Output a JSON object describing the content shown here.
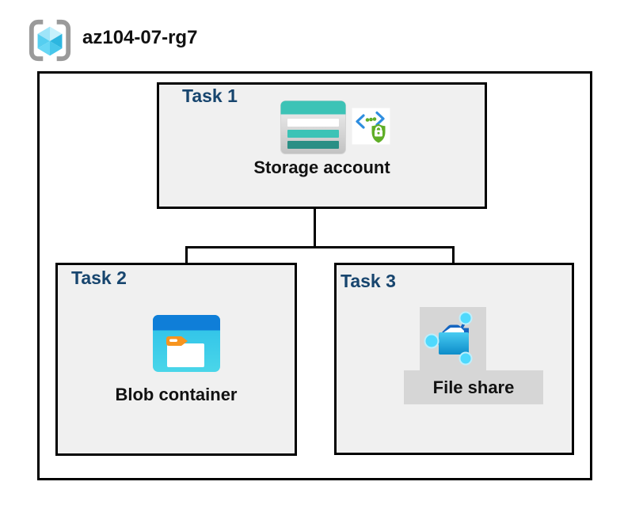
{
  "header": {
    "resource_group_name": "az104-07-rg7",
    "icon": "resource-group-icon"
  },
  "tasks": [
    {
      "id": "task1",
      "label": "Task 1",
      "item": "Storage account",
      "icons": [
        "storage-account-icon",
        "sas-lock-icon"
      ]
    },
    {
      "id": "task2",
      "label": "Task 2",
      "item": "Blob container",
      "icons": [
        "blob-container-icon"
      ]
    },
    {
      "id": "task3",
      "label": "Task 3",
      "item": "File share",
      "icons": [
        "file-share-icon"
      ]
    }
  ],
  "connectors": {
    "from": "Storage account",
    "to": [
      "Blob container",
      "File share"
    ],
    "color": "#000000"
  },
  "colors": {
    "task_label": "#17456E",
    "box_fill": "#F0F0F0",
    "box_border": "#000000",
    "icon_background_gray": "#D6D6D6",
    "storage_teal": "#3CC3B6",
    "storage_teal_dark": "#2A8F85",
    "blob_header_blue": "#0F7ED8",
    "blob_body_cyan": "#2BBFE9",
    "folder_tab_orange": "#F7941E",
    "fileshare_dark_blue": "#1565C0",
    "fileshare_node_cyan": "#4FD9FD",
    "sas_bracket_blue": "#2E8EE0",
    "sas_shield_green": "#5FAE27",
    "rg_bracket_gray": "#9A9A9A",
    "rg_cube_cyan": "#4CC7E8"
  }
}
